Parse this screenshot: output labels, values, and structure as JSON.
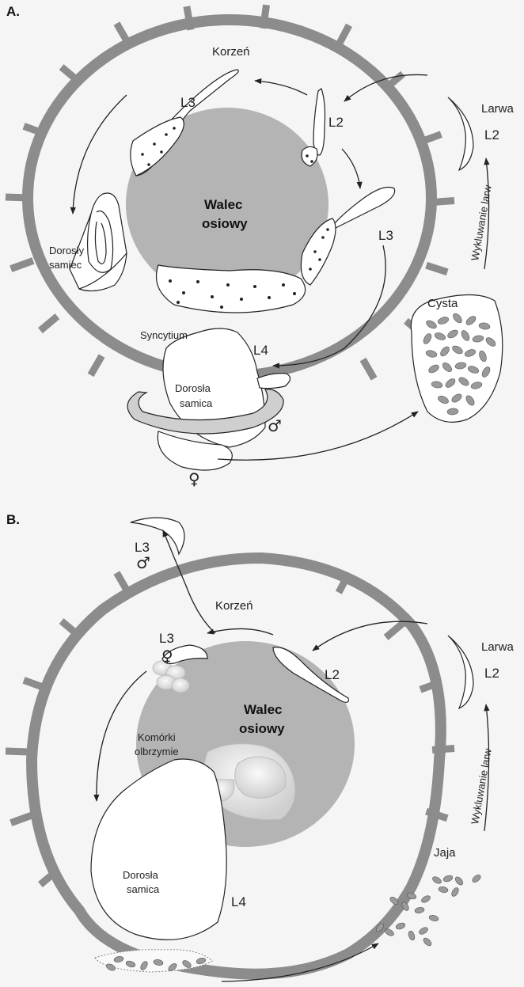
{
  "panel_a": {
    "panel_label": "A.",
    "root": "Korzeń",
    "central_cylinder_line1": "Walec",
    "central_cylinder_line2": "osiowy",
    "adult_male_line1": "Dorosły",
    "adult_male_line2": "samiec",
    "syncytium": "Syncytium",
    "adult_female_line1": "Dorosła",
    "adult_female_line2": "samica",
    "cyst": "Cysta",
    "larva": "Larwa",
    "larva_stage": "L2",
    "hatching": "Wykluwanie larw",
    "stage_l2": "L2",
    "stage_l3_left": "L3",
    "stage_l3_right": "L3",
    "stage_l4": "L4",
    "male_symbol": "♂",
    "female_symbol": "♀"
  },
  "panel_b": {
    "panel_label": "B.",
    "root": "Korzeń",
    "central_cylinder_line1": "Walec",
    "central_cylinder_line2": "osiowy",
    "giant_cells_line1": "Komórki",
    "giant_cells_line2": "olbrzymie",
    "adult_female_line1": "Dorosła",
    "adult_female_line2": "samica",
    "eggs": "Jaja",
    "larva": "Larwa",
    "larva_stage": "L2",
    "hatching": "Wykluwanie larw",
    "stage_l2": "L2",
    "stage_l3_female": "L3",
    "stage_l3_male": "L3",
    "stage_l4": "L4",
    "male_symbol": "♂",
    "female_symbol": "♀"
  },
  "colors": {
    "root_wall": "#8c8c8c",
    "central_cylinder": "#b4b4b4",
    "cyst_eggs": "#9a9a9a",
    "background": "#f5f5f5"
  }
}
